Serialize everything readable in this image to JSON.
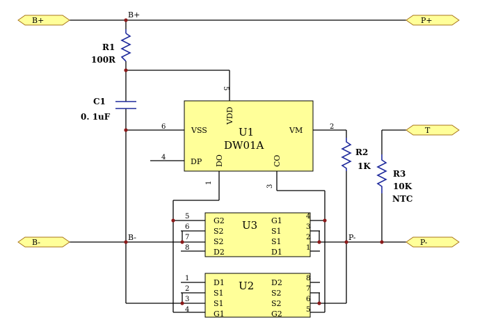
{
  "ports": {
    "bplus": "B+",
    "pplus": "P+",
    "t": "T",
    "bminus": "B-",
    "pminus": "P-"
  },
  "nets": {
    "bplus": "B+",
    "bminus": "B-",
    "pminus": "P-"
  },
  "r1": {
    "ref": "R1",
    "value": "100R"
  },
  "c1": {
    "ref": "C1",
    "value": "0. 1uF"
  },
  "r2": {
    "ref": "R2",
    "value": "1K"
  },
  "r3": {
    "ref": "R3",
    "value": "10K",
    "note": "NTC"
  },
  "u1": {
    "ref": "U1",
    "part": "DW01A",
    "pins": {
      "vdd": "VDD",
      "vss": "VSS",
      "vm": "VM",
      "dp": "DP",
      "do": "DO",
      "co": "CO"
    },
    "pin_numbers": {
      "vdd": "5",
      "vss": "6",
      "vm": "2",
      "dp": "4",
      "do": "1",
      "co": "3"
    }
  },
  "u3": {
    "ref": "U3",
    "left_pins": [
      "G2",
      "S2",
      "S2",
      "D2"
    ],
    "right_pins": [
      "G1",
      "S1",
      "S1",
      "D1"
    ],
    "left_numbers": [
      "5",
      "6",
      "7",
      "8"
    ],
    "right_numbers": [
      "4",
      "3",
      "2",
      "1"
    ]
  },
  "u2": {
    "ref": "U2",
    "left_pins": [
      "D1",
      "S1",
      "S1",
      "G1"
    ],
    "right_pins": [
      "D2",
      "S2",
      "S2",
      "G2"
    ],
    "left_numbers": [
      "1",
      "2",
      "3",
      "4"
    ],
    "right_numbers": [
      "8",
      "7",
      "6",
      "5"
    ]
  },
  "colors": {
    "ic_fill": "#ffff99",
    "port_border": "#a8741a",
    "passive": "#1f2a9c",
    "junction": "#8b1a1a"
  }
}
